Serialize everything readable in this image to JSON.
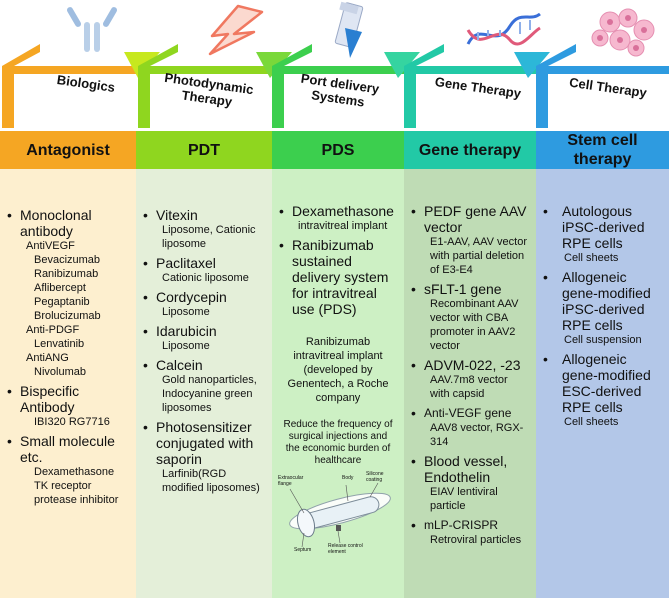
{
  "stages": [
    {
      "label": "Biologics",
      "icon": "antibody-icon"
    },
    {
      "label": "Photodynamic Therapy",
      "icon": "lightning-icon"
    },
    {
      "label": "Port delivery Systems",
      "icon": "implant-vial-icon"
    },
    {
      "label": "Gene Therapy",
      "icon": "dna-icon"
    },
    {
      "label": "Cell Therapy",
      "icon": "cells-icon"
    }
  ],
  "colors": {
    "biologics": "#f5a623",
    "pdt": "#8fd61f",
    "pds": "#3ccf4e",
    "gene": "#22c9a6",
    "cell": "#2e9be0"
  },
  "columns": {
    "antagonist": {
      "header": "Antagonist",
      "items": {
        "monoclonal": "Monoclonal antibody",
        "antivegf": "AntiVEGF",
        "bevacizumab": "Bevacizumab",
        "ranibizumab": "Ranibizumab",
        "aflibercept": "Aflibercept",
        "pegaptanib": "Pegaptanib",
        "brolucizumab": "Brolucizumab",
        "antipdgf": "Anti-PDGF",
        "lenvatinib": "Lenvatinib",
        "antiang": "AntiANG",
        "nivolumab": "Nivolumab",
        "bispecific": "Bispecific Antibody",
        "ibi": "IBI320 RG7716",
        "small": "Small molecule etc.",
        "dexamethasone": "Dexamethasone",
        "tk": "TK receptor",
        "protease": "protease inhibitor"
      }
    },
    "pdt": {
      "header": "PDT",
      "items": {
        "vitexin": "Vitexin",
        "vitexin_sub": "Liposome, Cationic liposome",
        "paclitaxel": "Paclitaxel",
        "paclitaxel_sub": "Cationic liposome",
        "cordycepin": "Cordycepin",
        "cordycepin_sub": "Liposome",
        "idarubicin": "Idarubicin",
        "idarubicin_sub": "Liposome",
        "calcein": "Calcein",
        "calcein_sub": "Gold nanoparticles, Indocyanine green liposomes",
        "photosensitizer": "Photosensitizer conjugated with saporin",
        "photosensitizer_sub": "Larfinib(RGD modified liposomes)"
      }
    },
    "pds": {
      "header": "PDS",
      "items": {
        "dexamethasone": "Dexamethasone",
        "dexamethasone_sub": "intravitreal implant",
        "ranibizumab": "Ranibizumab sustained delivery system for intravitreal use (PDS)",
        "note1": "Ranibizumab intravitreal implant (developed by Genentech, a Roche company",
        "note2": "Reduce the frequency of surgical injections and the economic burden of healthcare",
        "device": {
          "extraocular": "Extraocular flange",
          "body": "Body",
          "coating": "Silicone coating",
          "septum": "Septum",
          "release": "Release control element"
        }
      }
    },
    "gene": {
      "header": "Gene therapy",
      "items": {
        "pedf": "PEDF gene AAV vector",
        "pedf_sub": "E1-AAV, AAV vector with partial deletion of E3-E4",
        "sflt": "sFLT-1 gene",
        "sflt_sub": "Recombinant AAV vector with CBA promoter in AAV2 vector",
        "advm": "ADVM-022, -23",
        "advm_sub": "AAV.7m8 vector with capsid",
        "antivegf": "Anti-VEGF gene",
        "antivegf_sub": "AAV8 vector, RGX-314",
        "blood": "Blood vessel, Endothelin",
        "blood_sub": "EIAV lentiviral particle",
        "mlp": "mLP-CRISPR",
        "mlp_sub": "Retroviral particles"
      }
    },
    "cell": {
      "header": "Stem cell therapy",
      "items": {
        "auto": "Autologous iPSC-derived RPE cells",
        "auto_sub": "Cell sheets",
        "allo1": "Allogeneic gene-modified iPSC-derived RPE cells",
        "allo1_sub": "Cell suspension",
        "allo2": "Allogeneic gene-modified ESC-derived RPE cells",
        "allo2_sub": "Cell sheets"
      }
    }
  }
}
